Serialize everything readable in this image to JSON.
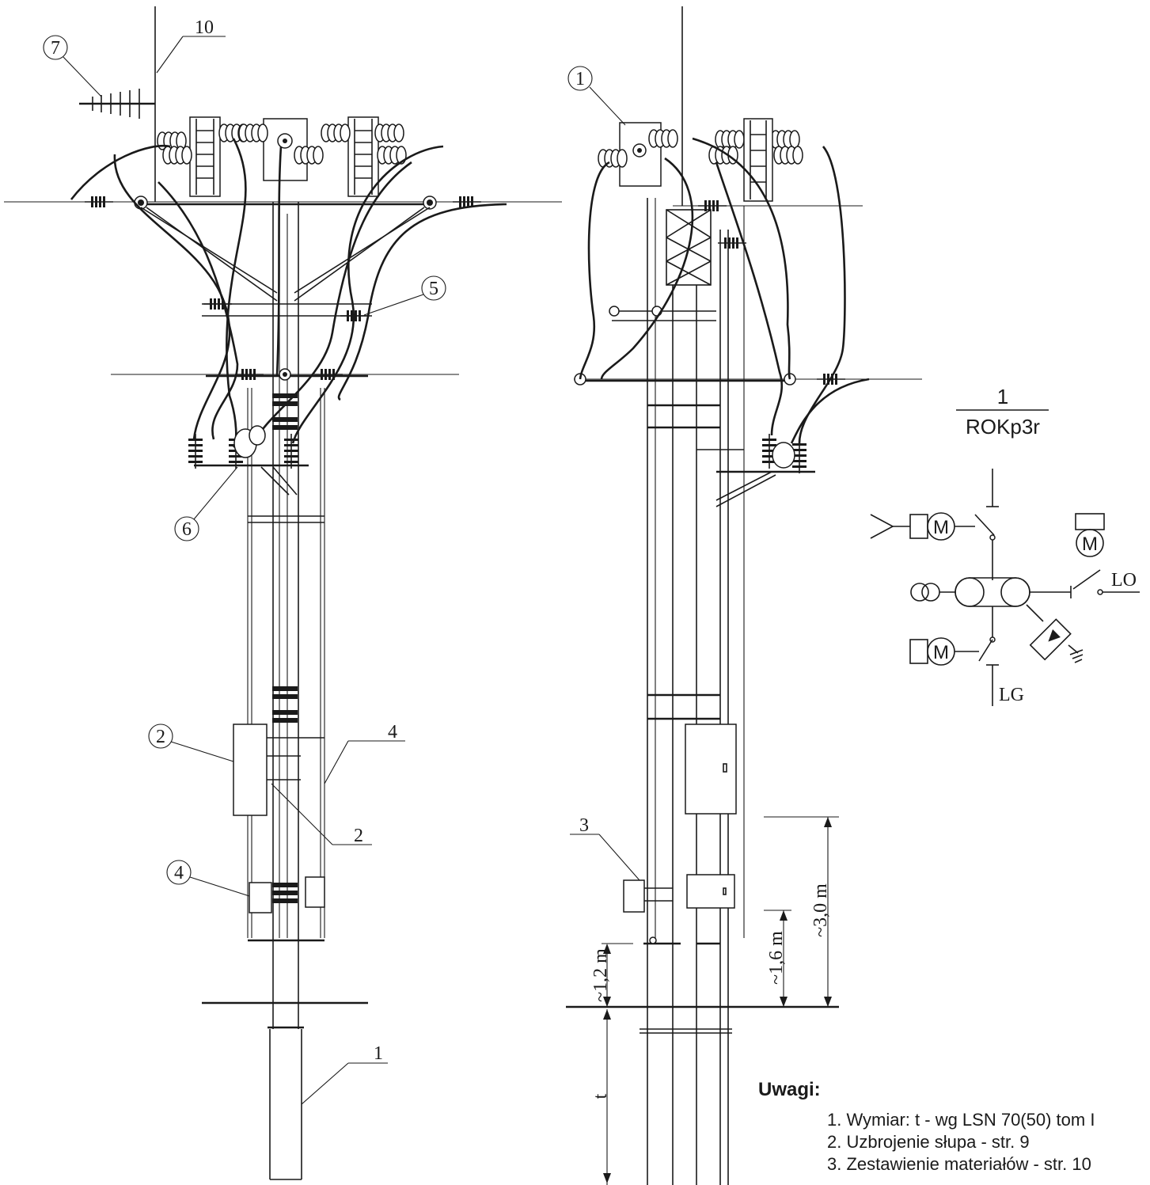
{
  "callouts": {
    "left_7": "7",
    "left_10": "10",
    "left_5": "5",
    "left_6": "6",
    "left_2_circle": "2",
    "left_2_leader": "2",
    "left_4_circle": "4",
    "left_4_leader": "4",
    "left_1_leader": "1",
    "right_1_circle": "1",
    "right_3_leader": "3"
  },
  "dimensions": {
    "h1": "~1,2 m",
    "h2": "~1,6 m",
    "h3": "~3,0 m",
    "depth": "t"
  },
  "schematic": {
    "fraction_numerator": "1",
    "fraction_denominator": "ROKp3r",
    "motor_label": "M",
    "lo_label": "LO",
    "lg_label": "LG"
  },
  "notes": {
    "heading": "Uwagi:",
    "items": [
      "1. Wymiar: t - wg LSN 70(50) tom I",
      "2. Uzbrojenie słupa - str. 9",
      "3. Zestawienie materiałów - str. 10"
    ]
  }
}
